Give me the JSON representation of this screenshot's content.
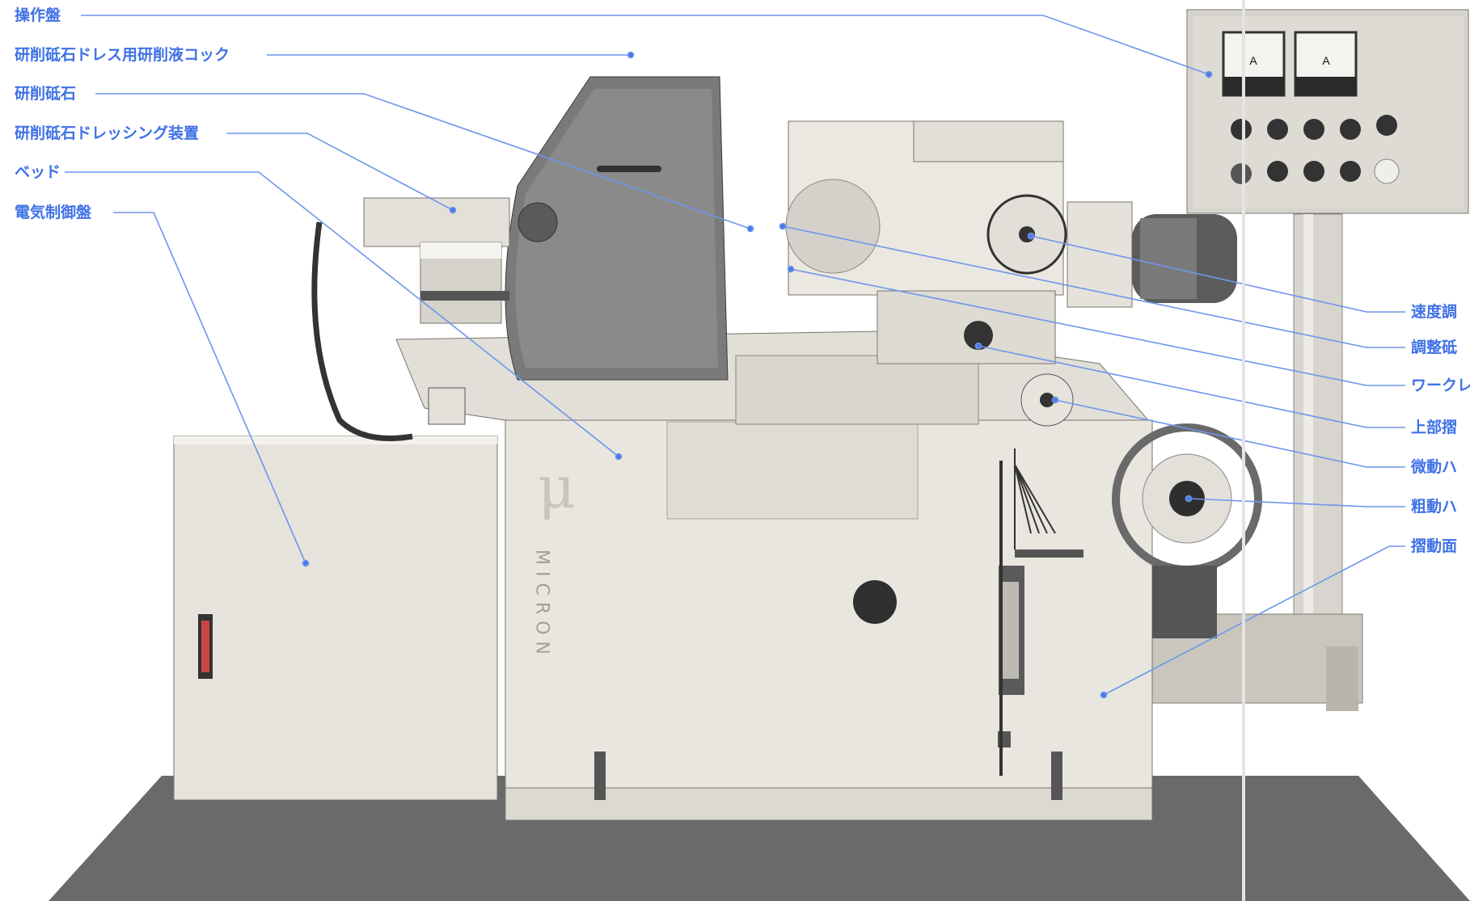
{
  "labels_left": [
    {
      "id": "operation-panel",
      "text": "操作盤"
    },
    {
      "id": "grinding-wheel-coolant-cock",
      "text": "研削砥石ドレス用研削液コック"
    },
    {
      "id": "grinding-wheel",
      "text": "研削砥石"
    },
    {
      "id": "wheel-dressing-device",
      "text": "研削砥石ドレッシング装置"
    },
    {
      "id": "bed",
      "text": "ベッド"
    },
    {
      "id": "electric-control-panel",
      "text": "電気制御盤"
    }
  ],
  "labels_right": [
    {
      "id": "speed-adjust",
      "text": "速度調"
    },
    {
      "id": "regulating-wheel",
      "text": "調整砥"
    },
    {
      "id": "work-rest",
      "text": "ワークレ"
    },
    {
      "id": "upper-slide",
      "text": "上部摺"
    },
    {
      "id": "fine-handle",
      "text": "微動ハ"
    },
    {
      "id": "coarse-handle",
      "text": "粗動ハ"
    },
    {
      "id": "slide-surface",
      "text": "摺動面"
    }
  ],
  "machine": {
    "brand_mark": "μ",
    "brand_text": "MICRON",
    "meter_left": "A",
    "meter_right": "A"
  },
  "colors": {
    "label": "#3f72e6",
    "leader": "#6f95ec",
    "machine_light": "#e9e6df",
    "machine_mid": "#cfcbc2",
    "machine_dark": "#5a5a5a",
    "floor": "#6a6a6a"
  }
}
